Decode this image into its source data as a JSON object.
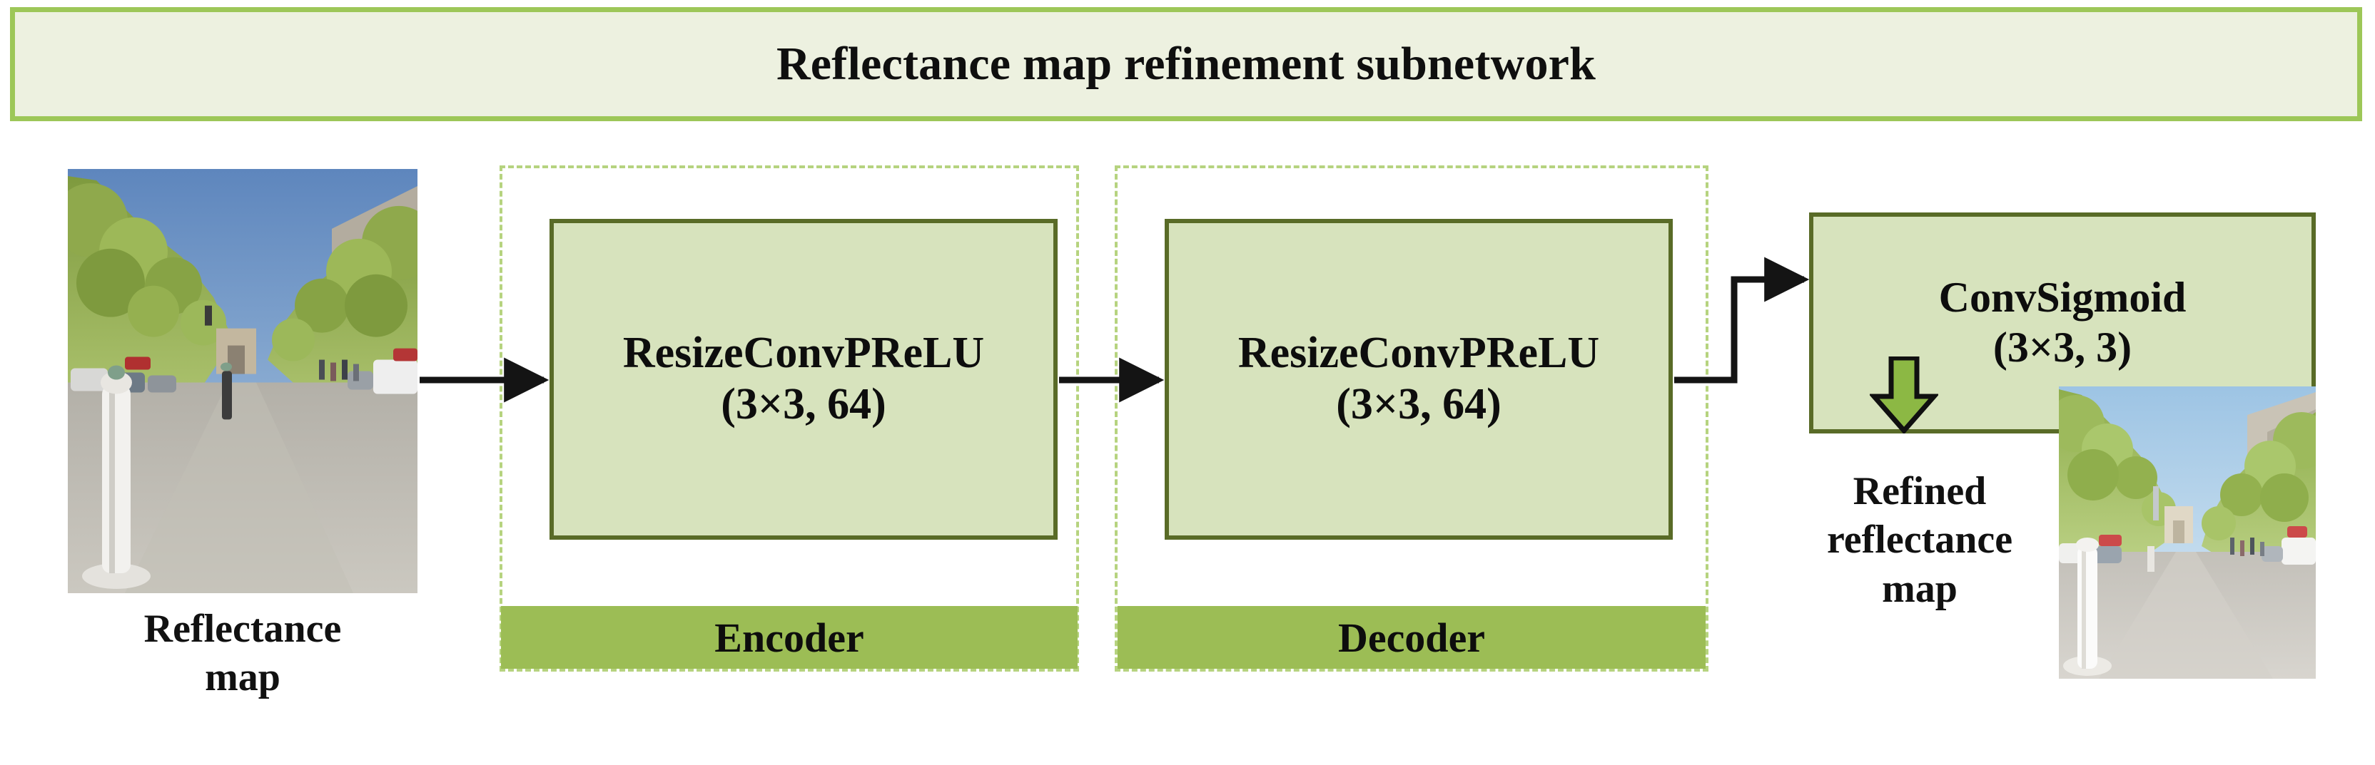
{
  "diagram": {
    "title": "Reflectance map refinement subnetwork",
    "input": {
      "caption_line1": "Reflectance",
      "caption_line2": "map",
      "image_name": "reflectance-map-street-scene"
    },
    "output": {
      "caption_line1": "Refined",
      "caption_line2": "reflectance",
      "caption_line3": "map",
      "image_name": "refined-reflectance-map-street-scene"
    },
    "blocks": [
      {
        "id": "encoder-conv",
        "line1": "ResizeConvPReLU",
        "line2": "(3×3, 64)"
      },
      {
        "id": "decoder-conv",
        "line1": "ResizeConvPReLU",
        "line2": "(3×3, 64)"
      },
      {
        "id": "conv-sigmoid",
        "line1": "ConvSigmoid",
        "line2": "(3×3, 3)"
      }
    ],
    "stages": [
      {
        "id": "encoder",
        "label": "Encoder"
      },
      {
        "id": "decoder",
        "label": "Decoder"
      }
    ],
    "arrows": [
      {
        "id": "input-to-encoder",
        "type": "straight-right"
      },
      {
        "id": "encoder-to-decoder",
        "type": "straight-right"
      },
      {
        "id": "decoder-to-convsigmoid",
        "type": "elbow-right-up-right"
      },
      {
        "id": "convsigmoid-to-output",
        "type": "block-arrow-down"
      }
    ],
    "colors": {
      "frame_border": "#9dc758",
      "title_background": "#edf1e0",
      "block_fill": "#d7e3bd",
      "block_border": "#596b27",
      "stage_bar": "#9cbd55",
      "dashed_region_border": "#b6d37f",
      "arrow": "#141414",
      "green_arrow_fill": "#8cb844",
      "text": "#0d0d0d",
      "page_background": "#ffffff"
    }
  }
}
